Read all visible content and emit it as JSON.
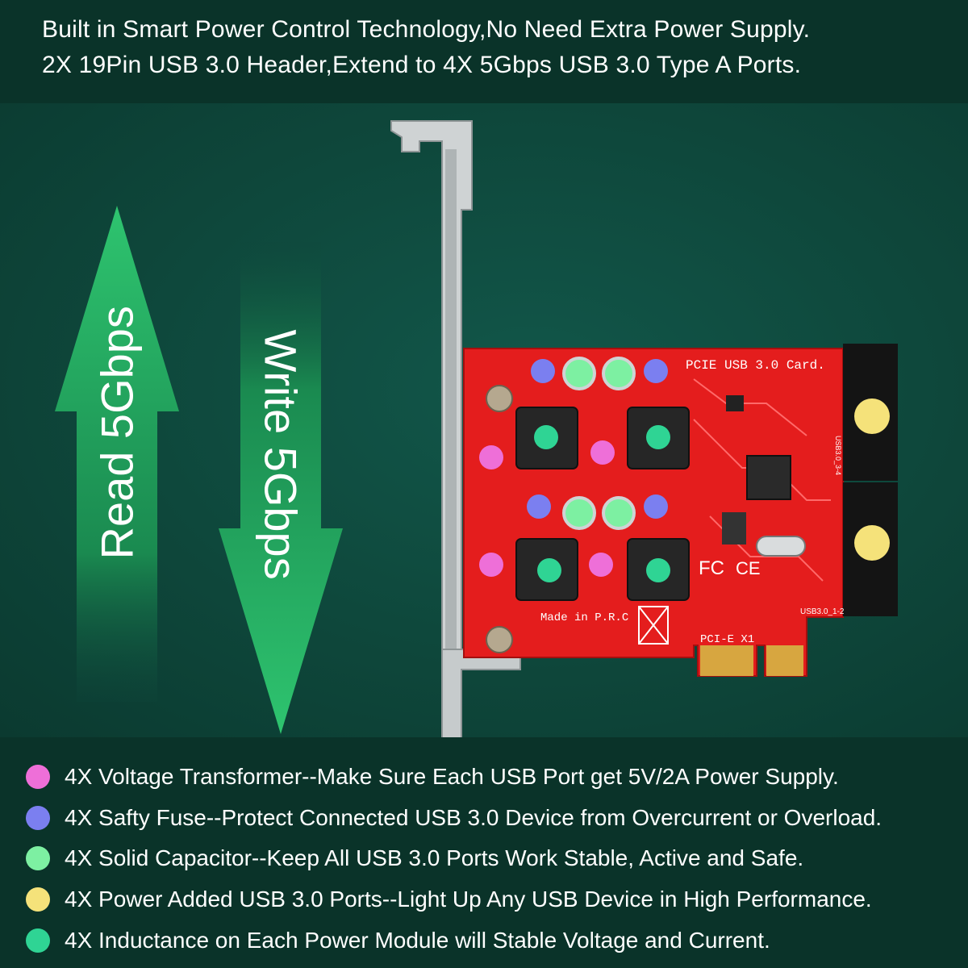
{
  "header": {
    "line1": "Built in Smart Power Control Technology,No Need Extra Power Supply.",
    "line2": "2X 19Pin USB 3.0 Header,Extend to 4X 5Gbps USB 3.0 Type A Ports."
  },
  "arrows": {
    "read_label": "Read 5Gbps",
    "write_label": "Write 5Gbps"
  },
  "card": {
    "silkscreen_title": "PCIE USB 3.0 Card.",
    "made_in": "Made in P.R.C",
    "slot_label": "PCI-E X1",
    "port_label_top": "USB3.0_3-4",
    "port_label_bottom": "USB3.0_1-2"
  },
  "legend": [
    {
      "color": "#ee6fd8",
      "text": "4X Voltage Transformer--Make Sure Each USB Port get 5V/2A Power Supply."
    },
    {
      "color": "#7b7ff0",
      "text": "4X Safty Fuse--Protect Connected USB 3.0 Device from Overcurrent or Overload."
    },
    {
      "color": "#7df0a2",
      "text": "4X Solid Capacitor--Keep All USB 3.0 Ports Work Stable, Active and Safe."
    },
    {
      "color": "#f5e27a",
      "text": "4X Power Added USB 3.0 Ports--Light Up Any USB Device in High Performance."
    },
    {
      "color": "#2fd494",
      "text": "4X Inductance on Each Power Module will Stable Voltage and Current."
    }
  ]
}
